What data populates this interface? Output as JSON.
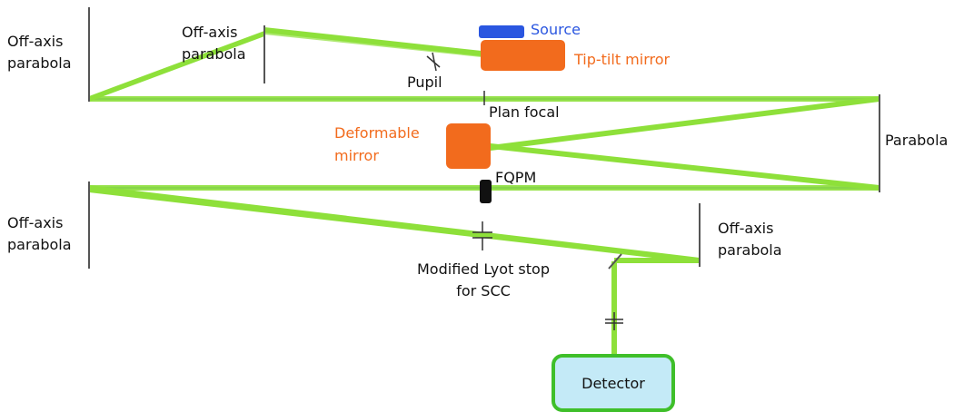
{
  "labels": {
    "oap_left_top": [
      "Off-axis",
      "parabola"
    ],
    "oap_inner_top": [
      "Off-axis",
      "parabola"
    ],
    "source": "Source",
    "tip_tilt": "Tip-tilt mirror",
    "pupil": "Pupil",
    "plan_focal": "Plan focal",
    "deformable": [
      "Deformable",
      "mirror"
    ],
    "parabola": "Parabola",
    "fqpm": "FQPM",
    "oap_left_bottom": [
      "Off-axis",
      "parabola"
    ],
    "oap_right_bottom": [
      "Off-axis",
      "parabola"
    ],
    "lyot_stop": [
      "Modified Lyot stop",
      "for SCC"
    ],
    "detector": "Detector"
  },
  "colors": {
    "beam": "#8ee03a",
    "beam_edge": "#6cc21e",
    "optic_line": "#4a6fd0",
    "mirror": "#555555",
    "source": "#2a56e0",
    "active_mirror": "#f26b1d",
    "orange_text": "#f26b1d",
    "blue_text": "#2a56e0",
    "fqpm": "#111111",
    "detector_fill": "#c4eaf7",
    "detector_border": "#3fbf2a"
  }
}
